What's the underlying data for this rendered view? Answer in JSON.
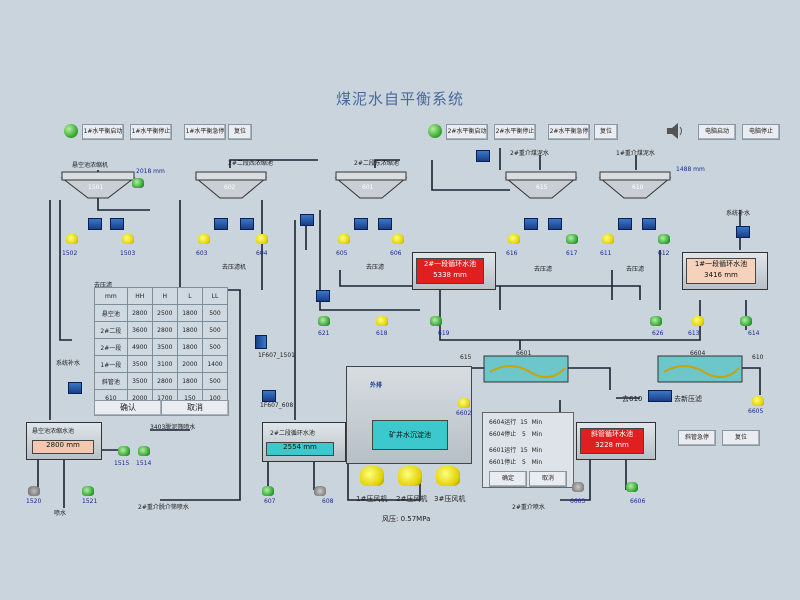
{
  "title": "煤泥水自平衡系统",
  "controls_left": [
    "1#水平衡启动",
    "1#水平衡停止",
    "1#水平衡急停",
    "复位"
  ],
  "controls_right": [
    "2#水平衡启动",
    "2#水平衡停止",
    "2#水平衡急停",
    "复位"
  ],
  "power": {
    "start": "电脑启动",
    "stop": "电脑停止"
  },
  "thickeners": [
    {
      "id": "1501",
      "name": "悬空池浓缩机",
      "level": "2018 mm"
    },
    {
      "id": "602",
      "name": "2#二段西浓缩池"
    },
    {
      "id": "601",
      "name": "2#二段东浓缩池"
    },
    {
      "id": "615",
      "name": "2#重介煤泥水"
    },
    {
      "id": "610",
      "name": "1#重介煤泥水",
      "level": "1488 mm"
    }
  ],
  "pump_labels": [
    "1502",
    "1503",
    "603",
    "604",
    "605",
    "606",
    "616",
    "617",
    "611",
    "612",
    "621",
    "618",
    "619",
    "626",
    "613",
    "614",
    "615",
    "6602",
    "610",
    "6605",
    "1515",
    "1514",
    "1520",
    "1521",
    "6603",
    "6606",
    "607",
    "608"
  ],
  "notes": {
    "to_filter_1": "去压滤",
    "to_filter_2": "去压滤机",
    "to_filter_3": "去压滤",
    "to_filter_4": "去压滤",
    "to_filter_5": "去压滤",
    "make_up_water_1": "系统补水",
    "make_up_water_2": "系统补水",
    "to_new_filter": "去新压滤",
    "to_610": "去610",
    "out_pump": "外排",
    "heavy_medium_slime": "2#重介煤泥水",
    "heavy_medium_tank": "3403脱泥筛喷水",
    "spray_water_1": "喷水",
    "spray_water_2": "2#重介脱介筛喷水",
    "spray_water_3": "2#重介喷水",
    "air_pressure": "风压: 0.57MPa"
  },
  "tanks": [
    {
      "name": "悬空池浓缩水池",
      "value": "2800 mm"
    },
    {
      "name": "2#一段循环水池",
      "value": "5338 mm"
    },
    {
      "name": "1#一段循环水池",
      "value": "3416 mm"
    },
    {
      "name": "2#二段循环水池",
      "value": "2554 mm"
    },
    {
      "name": "矿井水沉淀池",
      "value": ""
    },
    {
      "name": "斜管循环水池",
      "value": "3228 mm"
    }
  ],
  "compressors": [
    "1#压风机",
    "2#压风机",
    "3#压风机"
  ],
  "valve_ids": [
    "1F607_1501",
    "1F607_608"
  ],
  "screens": [
    "6601",
    "6604"
  ],
  "level_table": {
    "headers": [
      "mm",
      "HH",
      "H",
      "L",
      "LL"
    ],
    "rows": [
      [
        "悬空池",
        "2800",
        "2500",
        "1800",
        "500"
      ],
      [
        "2#二段",
        "3600",
        "2800",
        "1800",
        "500"
      ],
      [
        "2#一段",
        "4900",
        "3500",
        "1800",
        "500"
      ],
      [
        "1#一段",
        "3500",
        "3100",
        "2000",
        "1400"
      ],
      [
        "斜管池",
        "3500",
        "2800",
        "1800",
        "500"
      ],
      [
        "610",
        "2000",
        "1700",
        "150",
        "100"
      ]
    ],
    "confirm": "确认",
    "cancel": "取消"
  },
  "timers": {
    "rows": [
      {
        "label": "6604运行",
        "value": "15",
        "unit": "Min"
      },
      {
        "label": "6604停止",
        "value": "5",
        "unit": "Min"
      },
      {
        "label": "6601运行",
        "value": "15",
        "unit": "Min"
      },
      {
        "label": "6601停止",
        "value": "5",
        "unit": "Min"
      }
    ],
    "confirm": "确定",
    "cancel": "取消"
  },
  "slanted_controls": {
    "estop": "斜管急停",
    "reset": "复位"
  }
}
